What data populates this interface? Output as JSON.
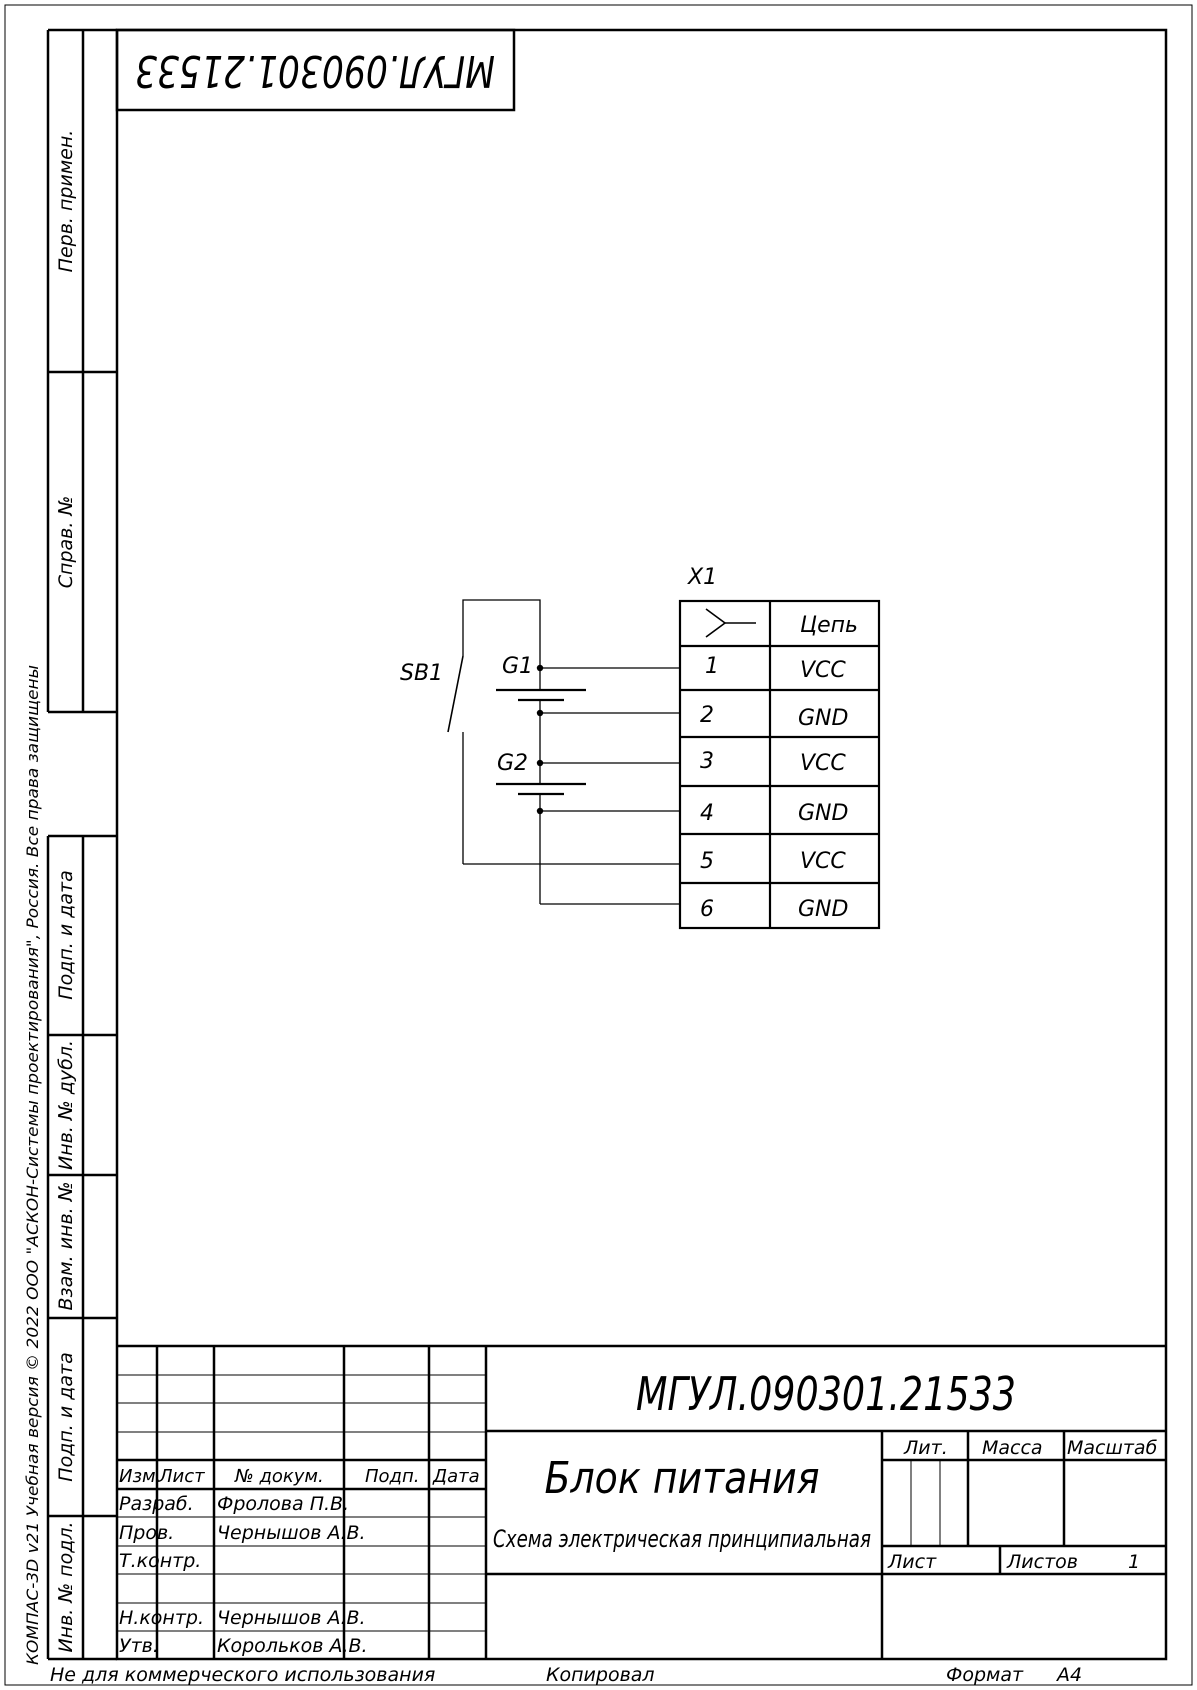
{
  "doc": {
    "designation": "МГУЛ.090301.21533",
    "title": "Блок питания",
    "subtitle": "Схема электрическая принципиальная"
  },
  "side_strip": {
    "left_vertical": "КОМПАС-3D v21 Учебная версия © 2022 ООО \"АСКОН-Системы проектирования\", Россия. Все права защищены",
    "perv_primen": "Перв. примен.",
    "sprav_no": "Справ. №",
    "podp_data_1": "Подп. и дата",
    "inv_dubl": "Инв. № дубл.",
    "vzam_inv": "Взам. инв. №",
    "podp_data_2": "Подп. и дата",
    "inv_podl": "Инв. № подл."
  },
  "schematic": {
    "switch_label": "SB1",
    "battery_1": "G1",
    "battery_2": "G2",
    "connector_label": "X1",
    "connector_header": "Цепь",
    "pins": [
      {
        "num": "1",
        "net": "VCC"
      },
      {
        "num": "2",
        "net": "GND"
      },
      {
        "num": "3",
        "net": "VCC"
      },
      {
        "num": "4",
        "net": "GND"
      },
      {
        "num": "5",
        "net": "VCC"
      },
      {
        "num": "6",
        "net": "GND"
      }
    ]
  },
  "title_block": {
    "col_izm": "Изм.",
    "col_list": "Лист",
    "col_docum": "№ докум.",
    "col_podp": "Подп.",
    "col_data": "Дата",
    "role_razrab": "Разраб.",
    "name_razrab": "Фролова П.В.",
    "role_prov": "Пров.",
    "name_prov": "Чернышов А.В.",
    "role_tkontr": "Т.контр.",
    "role_nkontr": "Н.контр.",
    "name_nkontr": "Чернышов А.В.",
    "role_utv": "Утв.",
    "name_utv": "Корольков А.В.",
    "lit": "Лит.",
    "massa": "Масса",
    "masshtab": "Масштаб",
    "list": "Лист",
    "listov": "Листов",
    "listov_value": "1"
  },
  "footer": {
    "noncommercial": "Не для коммерческого использования",
    "kopiroval": "Копировал",
    "format_label": "Формат",
    "format_value": "А4"
  }
}
